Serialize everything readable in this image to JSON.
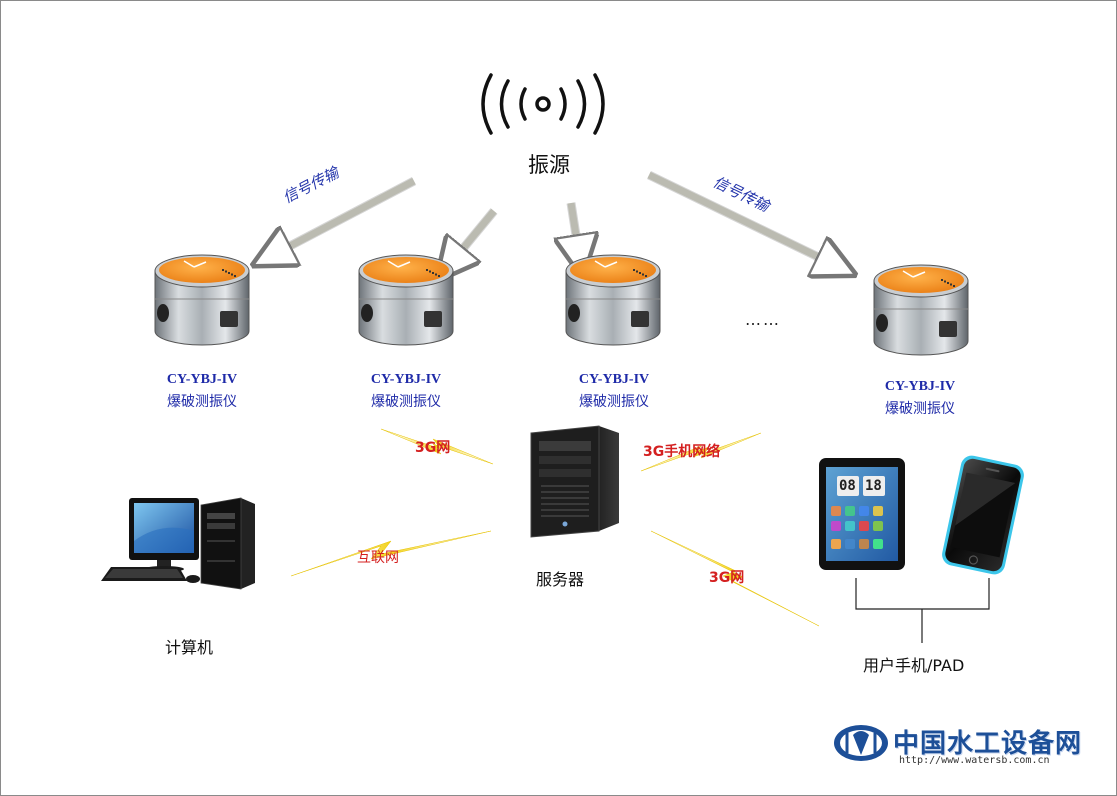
{
  "source": {
    "label": "振源",
    "icon": "vibration-signal-icon"
  },
  "signal_labels": [
    "信号传输",
    "信号传输"
  ],
  "devices": [
    {
      "model": "CY-YBJ-IV",
      "name": "爆破测振仪"
    },
    {
      "model": "CY-YBJ-IV",
      "name": "爆破测振仪"
    },
    {
      "model": "CY-YBJ-IV",
      "name": "爆破测振仪"
    },
    {
      "model": "CY-YBJ-IV",
      "name": "爆破测振仪"
    }
  ],
  "ellipsis": "……",
  "links": {
    "left_top": "3G网",
    "right_top": "3G手机网络",
    "left_bottom": "互联网",
    "right_bottom": "3G网"
  },
  "nodes": {
    "server": "服务器",
    "computer": "计算机",
    "mobile": "用户手机/PAD"
  },
  "tablet_clock": {
    "hours": "08",
    "minutes": "18"
  },
  "watermark": {
    "title": "中国水工设备网",
    "url": "http://www.watersb.com.cn"
  },
  "colors": {
    "device_label": "#1e2aa8",
    "bolt_label": "#d42020",
    "signal_label": "#2233aa",
    "bolt_fill": "#f2d21c",
    "device_top": "#f08a1e"
  }
}
